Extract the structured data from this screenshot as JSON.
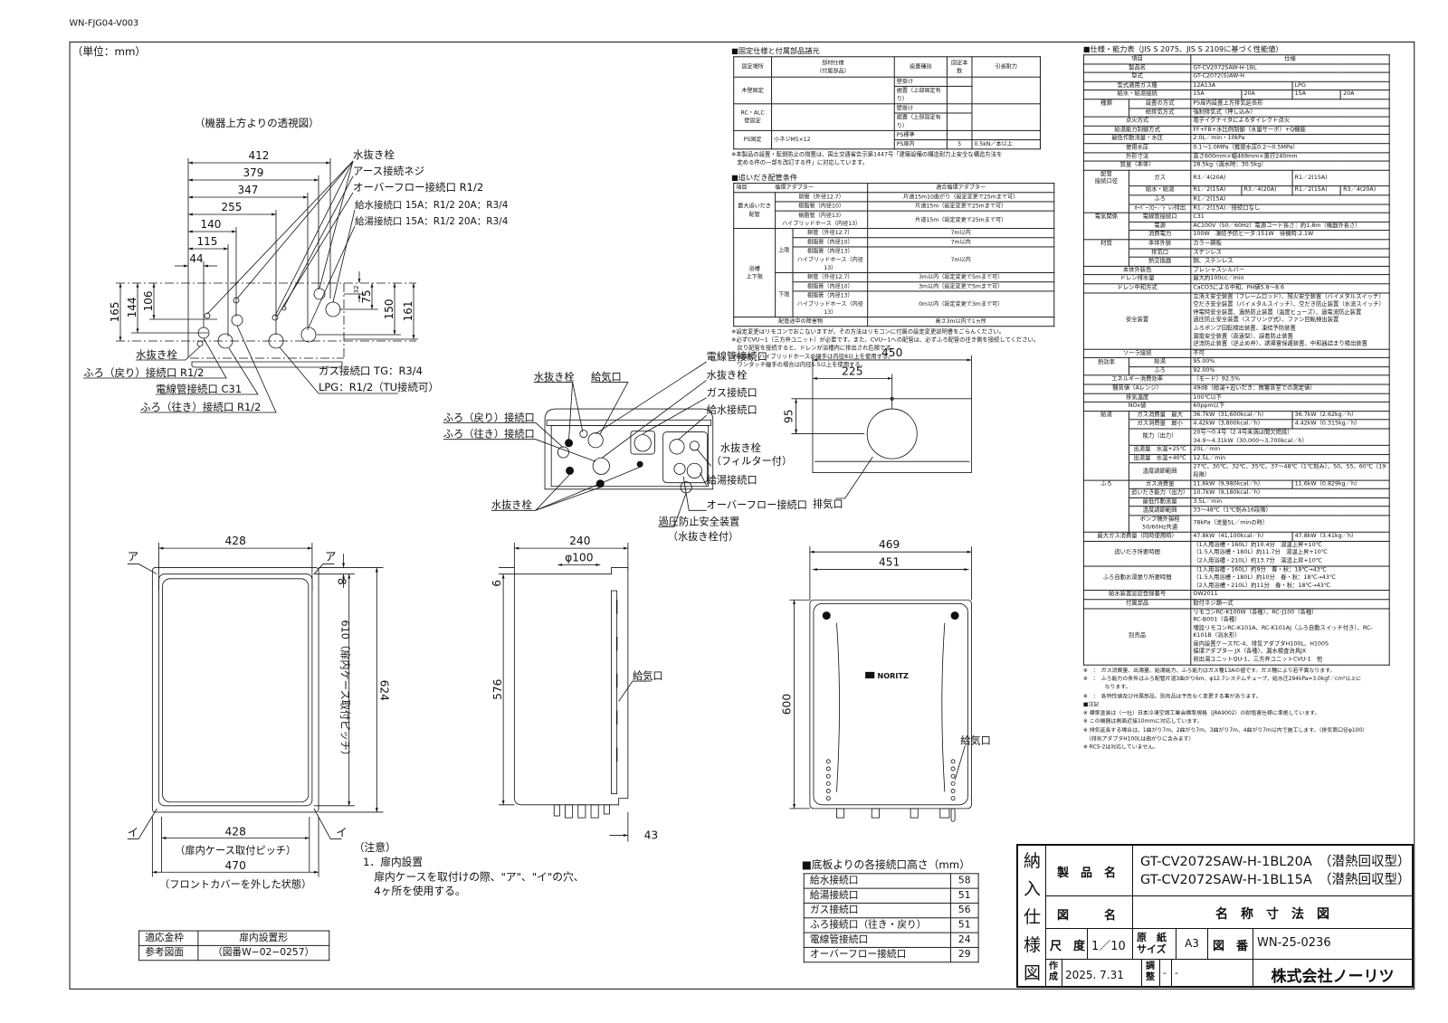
{
  "header": {
    "doc_code": "WN-FJG04-V003",
    "unit": "（単位：mm）"
  },
  "top_view": {
    "title": "（機器上方よりの透視図）",
    "dims_h": [
      "412",
      "379",
      "347",
      "255",
      "140",
      "115",
      "44"
    ],
    "dims_left": [
      "165",
      "144",
      "106"
    ],
    "dims_right": [
      "32",
      "75",
      "150",
      "161"
    ],
    "labels_right": [
      "水抜き栓",
      "アース接続ネジ",
      "オーバーフロー接続口 R1/2",
      "給水接続口 15A：R1/2 20A：R3/4",
      "給湯接続口 15A：R1/2 20A：R3/4"
    ],
    "labels_left": [
      "水抜き栓",
      "ふろ（戻り）接続口 R1/2",
      "電線管接続口 C31",
      "ふろ（往き）接続口 R1/2"
    ],
    "gas_label": [
      "ガス接続口 TG：R3/4",
      "LPG：R1/2（TU接続可）"
    ]
  },
  "bottom_view": {
    "labels": {
      "drain_top": "水抜き栓",
      "air_inlet": "給気口",
      "conduit": "電線管接続口",
      "drain_r": "水抜き栓",
      "gas": "ガス接続口",
      "water": "給水接続口",
      "bath_return": "ふろ（戻り）接続口",
      "bath_supply": "ふろ（往き）接続口",
      "drain_filter": "水抜き栓",
      "filter_note": "（フィルター付）",
      "hot": "給湯接続口",
      "drain_bottom": "水抜き栓",
      "overflow": "オーバーフロー接続口",
      "relief": "過圧防止安全装置",
      "relief_note": "（水抜き栓付）"
    }
  },
  "top_plan": {
    "d450": "450",
    "d225": "225",
    "d95": "95",
    "exhaust": "排気口"
  },
  "case_view": {
    "d428_top": "428",
    "d8": "8",
    "d624": "624",
    "d610": "610（扉内ケース取付ピッチ）",
    "d428_bottom": "428",
    "pitch_note": "（扉内ケース取付ピッチ）",
    "d470": "470",
    "cover_note": "（フロントカバーを外した状態）",
    "mark_a": "ア",
    "mark_i": "イ"
  },
  "side_view": {
    "d240": "240",
    "phi100": "φ100",
    "d6": "6",
    "d576": "576",
    "d43": "43",
    "air_inlet": "給気口"
  },
  "front_view": {
    "d469": "469",
    "d451": "451",
    "d600": "600",
    "brand": "NORITZ",
    "air_inlet": "給気口"
  },
  "caution": {
    "title": "（注意）",
    "item": "1．扉内設置",
    "line1": "扉内ケースを取付けの際、\"ア\"、\"イ\"の穴、",
    "line2": "4ヶ所を使用する。"
  },
  "frame_table": {
    "rows": [
      [
        "適応金枠",
        "扉内設置形"
      ],
      [
        "参考図面",
        "（図番W−02−0257）"
      ]
    ]
  },
  "heights": {
    "title": "■底板よりの各接続口高さ（mm）",
    "rows": [
      [
        "給水接続口",
        "58"
      ],
      [
        "給湯接続口",
        "51"
      ],
      [
        "ガス接続口",
        "56"
      ],
      [
        "ふろ接続口（往き・戻り）",
        "51"
      ],
      [
        "電線管接続口",
        "24"
      ],
      [
        "オーバーフロー接続口",
        "29"
      ]
    ]
  },
  "fixing": {
    "title": "■固定仕様と付属部品諸元",
    "head": [
      "固定場所",
      "部材仕様\n（付属部品）",
      "設置種別",
      "固定本数",
      "引張耐力"
    ],
    "wood": "木壁固定",
    "rc": "RC・ALC\n壁固定",
    "ps": "PS固定",
    "screw": "小ネジM5×12",
    "types": [
      "壁掛け",
      "据置（上部固定有り）",
      "壁掛け",
      "据置（上部固定有り）",
      "PS標準",
      "PS扉内"
    ],
    "count": "5",
    "strength": "0.5kN／本以上",
    "note": "※本製品の設置・転倒防止の措置は、国土交通省告示第1447号「建築設備の構造耐力上安全な構造方法を\n　定める件の一部を改訂する件」に対応しています。"
  },
  "reheat": {
    "title": "■追いだき配管条件",
    "head_item": "項目",
    "head_adapter": "循環アダプター",
    "head_fit": "適合循環アダプター",
    "max_label": "最大追いだき配管",
    "tub_label": "浴槽\n上下限",
    "upper": "上限",
    "lower": "下限",
    "pipes": [
      "銅管（外径12.7）",
      "樹脂管（内径10）",
      "樹脂管（内径13）\nハイブリッドホース（内径13）"
    ],
    "max_vals": [
      "片道15m10曲がり（設定変更で25mまで可）",
      "片道15m（設定変更で25mまで可）",
      "片道15m（設定変更で25mまで可）"
    ],
    "upper_vals": [
      "7m以内",
      "7m以内",
      "7m以内"
    ],
    "lower_vals": [
      "3m以内（設定変更で5mまで可）",
      "3m以内（設定変更で5mまで可）",
      "0m以内（設定変更で3mまで可）"
    ],
    "obstacle": "配管途中の障害物",
    "obstacle_val": "高さ3m以内で1ヵ所",
    "notes": "※設定変更はリモコンでおこないますが、その方法はリモコンに付属の設定変更説明書をごらんください。\n※必ずCVU−1（三方弁ユニット）が必要です。また、CVU−1への配管は、必ずふろ配管の往き側を接続してください。\n　戻り配管を接続すると、ドレンが浴槽内に排出され危険です。\n※樹脂管、ハイブリッドホースの継手は内径8以上を使用する。\n　ワンタッチ継手の場合は内径5.5以上を使用する。"
  },
  "spec": {
    "title": "■仕様・能力表（JIS S 2075、JIS S 2109に基づく性能値）",
    "head": [
      "項目",
      "仕様"
    ],
    "rows": [
      {
        "l": "製品名",
        "v": [
          "GT-CV2072SAW-H-1BL"
        ]
      },
      {
        "l": "型式",
        "v": [
          "GT-C2072(S)AW-H"
        ]
      },
      {
        "l": "型式適用ガス種",
        "v": [
          "12A13A",
          "LPG"
        ]
      },
      {
        "l": "給水・給湯接続",
        "v": [
          "15A",
          "20A",
          "15A",
          "20A"
        ]
      },
      {
        "g": "種類",
        "l": "設置の方式",
        "v": [
          "PS扉内設置上方排気延長形"
        ]
      },
      {
        "g": "",
        "l": "給排気方式",
        "v": [
          "強制排気式（押し込み）"
        ]
      },
      {
        "l": "点火方式",
        "v": [
          "電子イグナイタによるダイレクト点火"
        ]
      },
      {
        "l": "給湯能力制御方式",
        "v": [
          "FF+FB+水比例制御（水量サーボ）+Q機能"
        ]
      },
      {
        "l": "最低作動流量・水圧",
        "v": [
          "2.0L／min・10kPa"
        ]
      },
      {
        "l": "使用水圧",
        "v": [
          "0.1〜1.0MPa（推奨水圧0.2〜0.5MPa）"
        ]
      },
      {
        "l": "外形寸法",
        "v": [
          "高さ600mm×幅469mm×奥行240mm"
        ]
      },
      {
        "l": "質量（本体）",
        "v": [
          "28.5kg（満水時：30.5kg）"
        ]
      },
      {
        "g": "配管\n接続口径",
        "l": "ガス",
        "v": [
          "R3／4(20A)",
          "R1／2(15A)"
        ]
      },
      {
        "g": "",
        "l": "給水・給湯",
        "v": [
          "R1／2(15A)",
          "R3／4(20A)",
          "R1／2(15A)",
          "R3／4(20A)"
        ]
      },
      {
        "g": "",
        "l": "ふろ",
        "v": [
          "R1／2(15A)"
        ]
      },
      {
        "g": "",
        "l": "ｵｰﾊﾞｰﾌﾛｰ／ﾄﾞﾚﾝ排出",
        "v": [
          "R1／2(15A)／接続口なし"
        ]
      },
      {
        "g": "電気関係",
        "l": "電線管接続口",
        "v": [
          "C31"
        ]
      },
      {
        "g": "",
        "l": "電源",
        "v": [
          "AC100V（50／60Hz）電源コード長さ：約1.8m（機器外長さ）"
        ]
      },
      {
        "g": "",
        "l": "消費電力",
        "v": [
          "100W　凍結予防ヒータ:151W　待機時:2.1W"
        ]
      },
      {
        "g": "材質",
        "l": "本体外装",
        "v": [
          "カラー鋼板"
        ]
      },
      {
        "g": "",
        "l": "排気口",
        "v": [
          "ステンレス"
        ]
      },
      {
        "g": "",
        "l": "熱交換器",
        "v": [
          "銅、ステンレス"
        ]
      },
      {
        "l": "本体外装色",
        "v": [
          "プレシャスシルバー"
        ]
      },
      {
        "l": "ドレン排水量",
        "v": [
          "最大約100cc／min"
        ]
      },
      {
        "l": "ドレン中和方式",
        "v": [
          "CaCO3による中和、PH値5.8〜8.6"
        ]
      },
      {
        "l": "安全装置",
        "v": [
          "立消え安全装置（フレームロッド）、残火安全装置（バイメタルスイッチ）\n空だき安全装置（バイメタルスイッチ）、空だき防止装置（水流スイッチ）\n停電時安全装置、過熱防止装置（温度ヒューズ）、過電流防止装置\n過圧防止安全装置（スプリング式）、ファン回転検出装置\nふろポンプ回転検出装置、凍結予防装置\n漏電安全装置（高速型）、誤着防止装置\n逆流防止装置（逆止め弁）、誘導雷保護装置、中和器詰まり検出装置"
        ]
      },
      {
        "l": "ソーラ接続",
        "v": [
          "不可"
        ]
      },
      {
        "g": "熱効率",
        "l": "給湯",
        "v": [
          "95.00%"
        ]
      },
      {
        "g": "",
        "l": "ふろ",
        "v": [
          "92.00%"
        ]
      },
      {
        "l": "エネルギー消費効率",
        "v": [
          "（モード）92.5%"
        ]
      },
      {
        "l": "騒音値（Aレンジ）",
        "v": [
          "49dB（給湯+追いだき：無響音室での測定値）"
        ]
      },
      {
        "l": "排気温度",
        "v": [
          "100℃以下"
        ]
      },
      {
        "l": "NOx値",
        "v": [
          "60ppm以下"
        ]
      },
      {
        "g": "給湯",
        "l": "ガス消費量　最大",
        "v": [
          "36.7kW（31,600kcal／h）",
          "36.7kW（2.62kg／h）"
        ]
      },
      {
        "g": "",
        "l": "ガス消費量　最小",
        "v": [
          "4.42kW（3,800kcal／h）",
          "4.42kW（0.315kg／h）"
        ]
      },
      {
        "g": "",
        "l": "能力（出力）",
        "v": [
          "20号〜0.4号（2.4号未満は間欠燃焼）\n34.9〜4.31kW（30,000〜3,700kcal／h）"
        ]
      },
      {
        "g": "",
        "l": "出湯量　水温+25℃",
        "v": [
          "20L／min"
        ]
      },
      {
        "g": "",
        "l": "出湯量　水温+40℃",
        "v": [
          "12.5L／min"
        ]
      },
      {
        "g": "",
        "l": "温度調節範囲",
        "v": [
          "27℃、30℃、32℃、35℃、37〜48℃（1℃刻み）、50、55、60℃（19段階）"
        ]
      },
      {
        "g": "ふろ",
        "l": "ガス消費量",
        "v": [
          "11.6kW（9,980kcal／h）",
          "11.6kW（0.829kg／h）"
        ]
      },
      {
        "g": "",
        "l": "追いだき能力（出力）",
        "v": [
          "10.7kW（9,180kcal／h）"
        ]
      },
      {
        "g": "",
        "l": "最低作動流量",
        "v": [
          "3.5L／min"
        ]
      },
      {
        "g": "",
        "l": "温度調節範囲",
        "v": [
          "33〜48℃（1℃刻み16段階）"
        ]
      },
      {
        "g": "",
        "l": "ポンプ機外揚程50/60Hz共通",
        "v": [
          "78kPa（流量5L／minの時）"
        ]
      },
      {
        "l": "最大ガス消費量（同時使用時）",
        "v": [
          "47.8kW（41,100kcal／h）",
          "47.8kW（3.41kg／h）"
        ]
      },
      {
        "l": "追いだき所要時間",
        "v": [
          "（1人用浴槽・160L）約10.4分　湯温上昇+10℃\n（1.5人用浴槽・180L）約11.7分　湯温上昇+10℃\n（2人用浴槽・210L）約13.7分　湯温上昇+10℃"
        ]
      },
      {
        "l": "ふろ自動お湯張り所要時間",
        "v": [
          "（1人用浴槽・160L）約9分　春・秋：18℃→43℃\n（1.5人用浴槽・180L）約10分　春・秋：18℃→43℃\n（2人用浴槽・210L）約11分　春・秋：18℃→43℃"
        ]
      },
      {
        "l": "給水装置認証登録番号",
        "v": [
          "OW2011"
        ]
      },
      {
        "l": "付属部品",
        "v": [
          "取付ネジ類一式"
        ]
      },
      {
        "l": "別売品",
        "v": [
          "リモコンRC-K100W（各種）、RC-J100（各種）\nRC-B001（各種）\n増設リモコンRC-K101A、RC-K101AJ（ふろ自動スイッチ付き）、RC-K101B（浴水形）\n扉内設置ケースTC-4、排気アダプタH100L、H100S\n循環アダプター JX（各種）、漏水検査治具JX\n前出湯ユニットQU-1、三方弁ユニットCVU-1　他"
        ]
      }
    ],
    "footnotes": "※　：　ガス消費量、出湯量、給湯能力、ふろ能力はガス種13Aの値です。ガス種により若干異なります。\n※　：　ふろ能力の条件はふろ配管片道3曲がり6m、φ12.7システムチューブ、給水圧294kPa=3.0kgf／cm²以上に\n　　　　なります。\n※　：　各特性値及び付属部品、別売品は予告なく変更する事があります。\n■注記\n※ 標準塗装は（一社）日本冷凍空調工業会標準規格（JRA9002）の耐塩害仕様に準拠しています。\n※ この機器は側面近接10mmに対応しています。\n※ 排気延長する場合は、1曲がり7m、2曲がり7m、3曲がり7m、4曲がり7m以内で施工します。（排気筒口径φ100）\n　（排気アダプタH100Lは曲がりに含みます）\n※ RCS-2は対応していません。"
  },
  "title_block": {
    "side": [
      "納",
      "入",
      "仕",
      "様",
      "図"
    ],
    "product_label": "製　品　名",
    "products": [
      "GT-CV2072SAW-H-1BL20A　（潜熱回収型）",
      "GT-CV2072SAW-H-1BL15A　（潜熱回収型）"
    ],
    "drawing_label": "図　　　名",
    "drawing_name": "名　称　寸　法　図",
    "scale_label": "尺　度",
    "scale": "1／10",
    "paper_label": "原　紙\nサイズ",
    "paper": "A3",
    "number_label": "図　番",
    "number": "WN-25-0236",
    "made_label": "作\n成",
    "date": "2025. 7.31",
    "adjust_label": "調\n整",
    "adjust_vals": [
      "-",
      "-"
    ],
    "company": "株式会社ノーリツ"
  }
}
